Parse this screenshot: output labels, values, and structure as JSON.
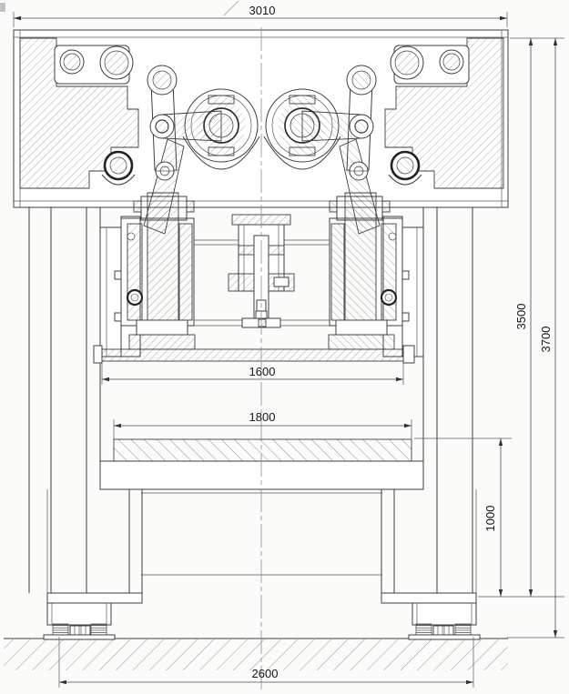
{
  "drawing": {
    "dimensions": {
      "top_width": "3010",
      "frame_height": "3500",
      "total_height": "3700",
      "slide_width": "1600",
      "bolster_width": "1800",
      "table_height": "1000",
      "base_width": "2600"
    }
  }
}
